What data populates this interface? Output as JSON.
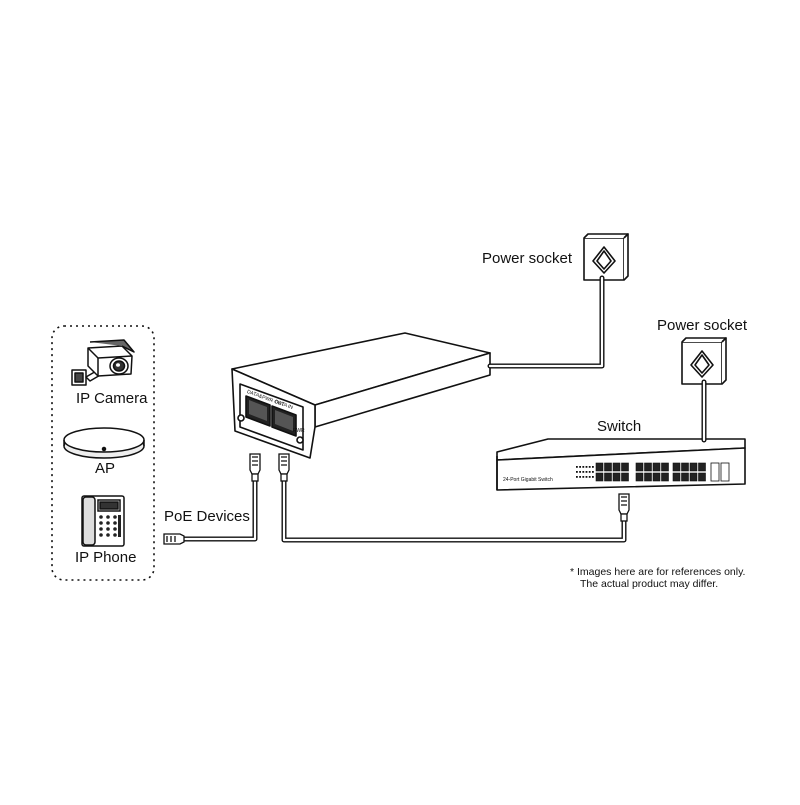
{
  "labels": {
    "power_socket_top": "Power socket",
    "power_socket_right": "Power socket",
    "switch": "Switch",
    "poe_devices": "PoE Devices",
    "ip_camera": "IP Camera",
    "ap": "AP",
    "ip_phone": "IP Phone"
  },
  "note": {
    "line1": "* Images here are for references only.",
    "line2": "The actual product may differ."
  },
  "injector_ports": {
    "data_power_out": "DATA&PWR OUT",
    "data_in": "DATA IN",
    "pwr": "PWR"
  },
  "switch_brand": "24-Port Gigabit Switch",
  "icons": {
    "camera": "ip-camera-icon",
    "ap": "access-point-icon",
    "phone": "ip-phone-icon",
    "socket": "power-socket-icon",
    "plug": "rj45-plug-icon"
  },
  "colors": {
    "line": "#111111",
    "cable_fill": "#ffffff",
    "box_dark": "#222222",
    "background": "#ffffff"
  }
}
